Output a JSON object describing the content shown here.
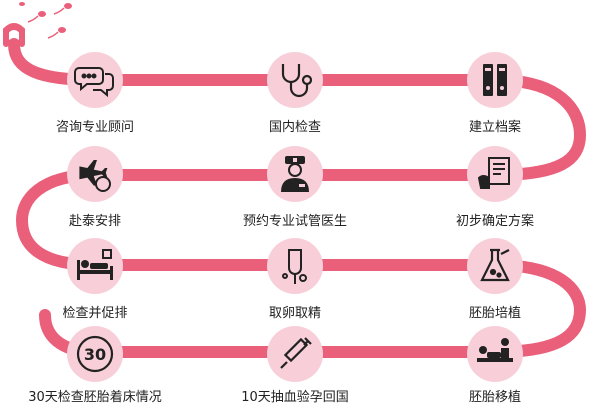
{
  "colors": {
    "track": "#ea5f7a",
    "circle": "#f8cfd8",
    "icon": "#222222",
    "text": "#222222"
  },
  "steps": [
    {
      "label": "咨询专业顾问",
      "icon": "chat-bubble-icon"
    },
    {
      "label": "国内检查",
      "icon": "stethoscope-icon"
    },
    {
      "label": "建立档案",
      "icon": "binder-icon"
    },
    {
      "label": "初步确定方案",
      "icon": "document-hand-icon"
    },
    {
      "label": "预约专业试管医生",
      "icon": "doctor-icon"
    },
    {
      "label": "赴泰安排",
      "icon": "airplane-icon"
    },
    {
      "label": "检查并促排",
      "icon": "hospital-bed-icon"
    },
    {
      "label": "取卵取精",
      "icon": "iv-bag-icon"
    },
    {
      "label": "胚胎培植",
      "icon": "flask-icon"
    },
    {
      "label": "胚胎移植",
      "icon": "transfer-icon"
    },
    {
      "label": "10天抽血验孕回国",
      "icon": "syringe-icon"
    },
    {
      "label": "30天检查胚胎着床情况",
      "icon": "thirty-days-icon"
    }
  ],
  "thirty_days_text": "30"
}
